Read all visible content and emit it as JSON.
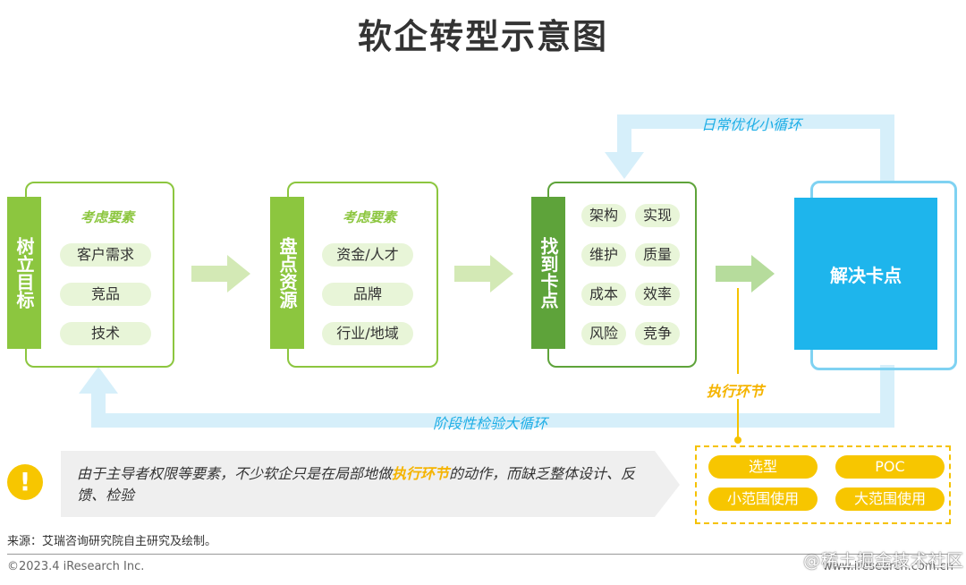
{
  "title": "软企转型示意图",
  "stages": [
    {
      "label": "树立目标",
      "consider": "考虑要素",
      "items": [
        "客户需求",
        "竞品",
        "技术"
      ]
    },
    {
      "label": "盘点资源",
      "consider": "考虑要素",
      "items": [
        "资金/人才",
        "品牌",
        "行业/地域"
      ]
    },
    {
      "label": "找到卡点",
      "items": [
        "架构",
        "实现",
        "维护",
        "质量",
        "成本",
        "效率",
        "风险",
        "竞争"
      ]
    }
  ],
  "solve": "解决卡点",
  "small_loop": "日常优化小循环",
  "big_loop": "阶段性检验大循环",
  "exec_label": "执行环节",
  "exec_items": [
    "选型",
    "POC",
    "小范围使用",
    "大范围使用"
  ],
  "note": {
    "icon": "exclamation-icon",
    "before": "由于主导者权限等要素，不少软企只是在局部地做",
    "highlight": "执行环节",
    "after": "的动作，而缺乏整体设计、反馈、检验"
  },
  "source": "来源：艾瑞咨询研究院自主研究及绘制。",
  "copyright": "©2023.4 iResearch Inc.",
  "site": "www.iresearch.com.cn",
  "watermark": "@稀土掘金技术社区",
  "colors": {
    "green": "#8cc63f",
    "dark_green": "#5ea33a",
    "blue": "#1eb5ec",
    "light_blue": "#d6effa",
    "yellow": "#f7c600"
  }
}
